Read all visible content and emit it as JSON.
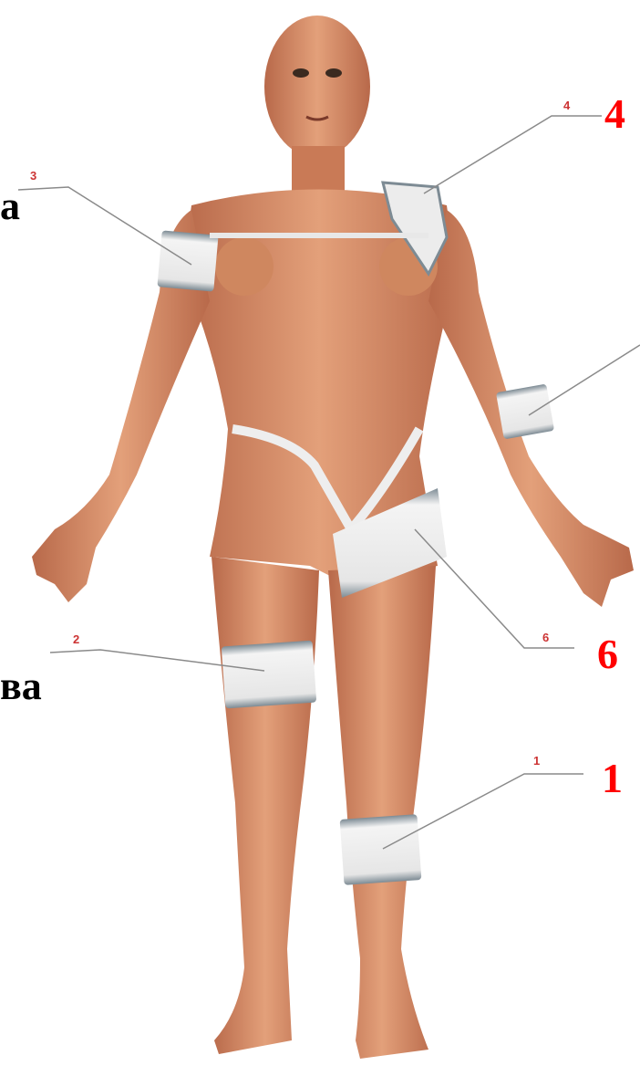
{
  "left_fragments": {
    "top": "a",
    "bottom": "ва"
  },
  "callouts": {
    "small": [
      "3",
      "4",
      "2",
      "6",
      "1"
    ],
    "large": [
      "4",
      "6",
      "1"
    ]
  },
  "colors": {
    "skin": "#d8916a",
    "skin_shadow": "#b8694a",
    "bandage": "#f1f1f1",
    "bandage_edge": "#7d8b94",
    "label_red": "#ff0000",
    "leader_line": "#888888"
  }
}
